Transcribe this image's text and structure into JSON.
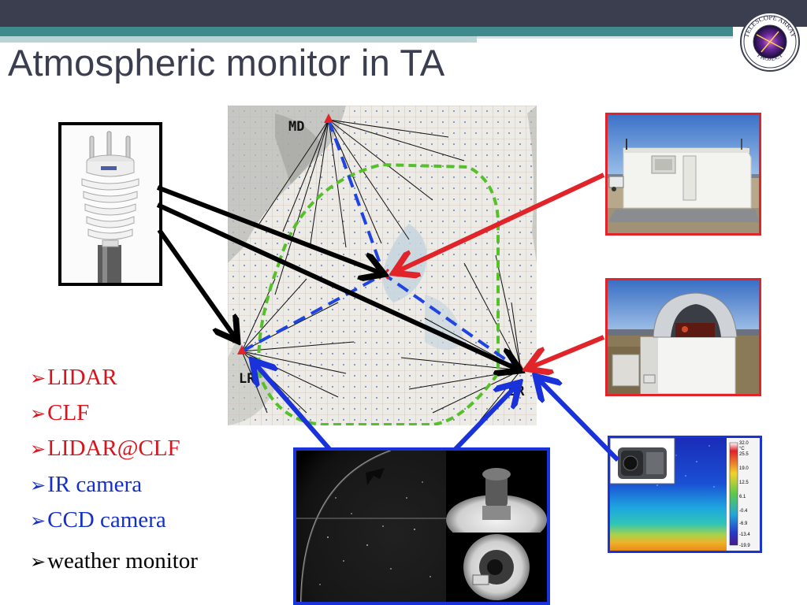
{
  "slide": {
    "title": "Atmospheric monitor in TA"
  },
  "logo": {
    "top_text": "TELESCOPE ARRAY",
    "bottom_text": "PROJECT"
  },
  "map": {
    "sites": {
      "md": "MD",
      "lr": "LR",
      "br": "BR"
    }
  },
  "ir_image": {
    "colorbar_ticks": [
      "32.0",
      "°C",
      "25.5",
      "19.0",
      "12.5",
      "6.1",
      "-0.4",
      "-6.9",
      "-13.4",
      "-19.9"
    ]
  },
  "bullets_red": [
    "LIDAR",
    "CLF",
    "LIDAR@CLF"
  ],
  "bullets_blue": [
    "IR camera",
    "CCD camera"
  ],
  "bullets_black": [
    "weather monitor"
  ],
  "colors": {
    "header_dark": "#3b3e4f",
    "header_teal": "#3f8a8c",
    "red_arrow": "#e0242a",
    "blue_arrow": "#1a32d9",
    "green_boundary": "#55c02a"
  },
  "icons": {
    "bullet": "arrow-bullet-icon"
  }
}
